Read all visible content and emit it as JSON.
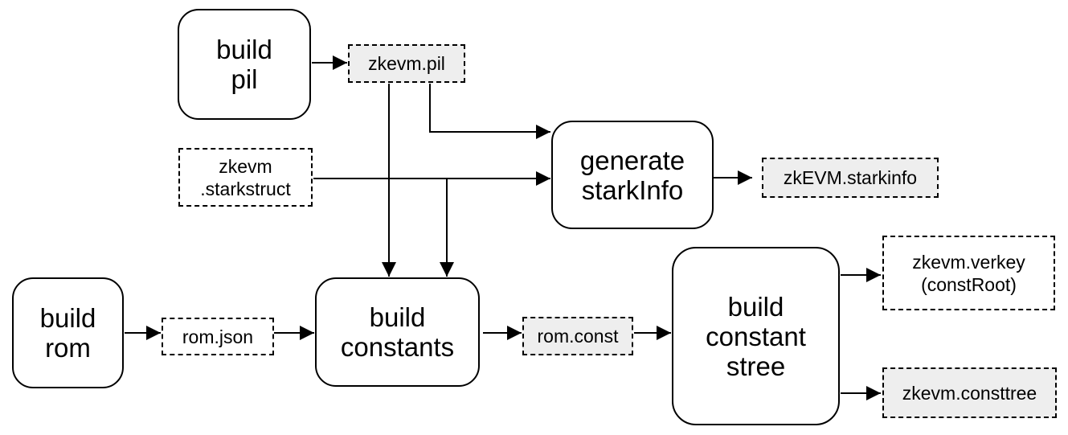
{
  "diagram": {
    "nodes": {
      "build_pil": "build\npil",
      "zkevm_pil": "zkevm.pil",
      "zkevm_starkstruct": "zkevm\n.starkstruct",
      "generate_starkinfo": "generate\nstarkInfo",
      "zkevm_starkinfo": "zkEVM.starkinfo",
      "build_rom": "build\nrom",
      "rom_json": "rom.json",
      "build_constants": "build\nconstants",
      "rom_const": "rom.const",
      "build_constant_stree": "build\nconstant\nstree",
      "zkevm_verkey": "zkevm.verkey\n(constRoot)",
      "zkevm_consttree": "zkevm.consttree"
    },
    "colors": {
      "stroke": "#000000",
      "file_fill": "#eeeeee"
    }
  }
}
